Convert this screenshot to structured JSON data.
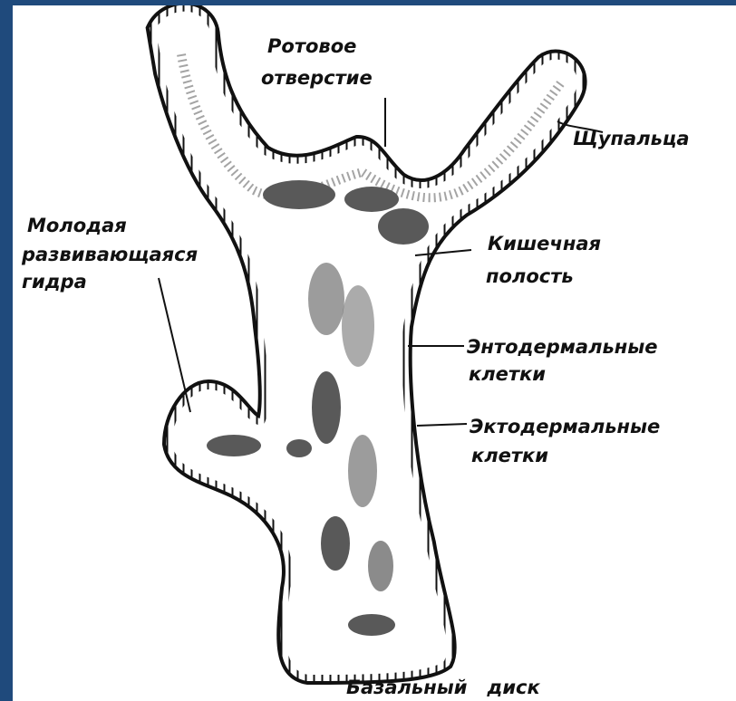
{
  "diagram": {
    "labels": {
      "mouth_line1": "Ротовое",
      "mouth_line2": "отверстие",
      "tentacles": "Щупальца",
      "young_line1": "Молодая",
      "young_line2": "развивающаяся",
      "young_line3": "гидра",
      "gut_line1": "Кишечная",
      "gut_line2": "полость",
      "endo_line1": "Энтодермальные",
      "endo_line2": "клетки",
      "ecto_line1": "Эктодермальные",
      "ecto_line2": "клетки",
      "basal": "Базальный   диск"
    },
    "colors": {
      "frame": "#1f4a7c",
      "background": "#ffffff",
      "ink": "#111111"
    }
  }
}
